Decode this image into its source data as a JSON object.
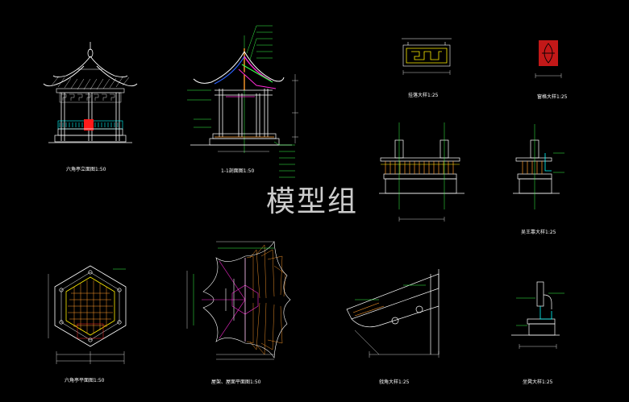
{
  "watermark": "模型组",
  "drawings": {
    "front_elevation": {
      "title": "六角亭立面图1:50"
    },
    "section_1_1": {
      "title": "1-1剖面图1:50"
    },
    "railing_detail": {
      "title": "挂落大样1:25"
    },
    "window_detail": {
      "title": "窗格大样1:25"
    },
    "seat_detail": {
      "title": "吴王靠大样1:25"
    },
    "plan": {
      "title": "六角亭平面图1:50"
    },
    "roof_plan": {
      "title": "屋架、屋面平面图1:50"
    },
    "eave_detail": {
      "title": "戗角大样1:25"
    },
    "base_detail": {
      "title": "坐凳大样1:25"
    }
  },
  "colors": {
    "background": "#000000",
    "line_white": "#ffffff",
    "line_yellow": "#ffee00",
    "line_green": "#39ff4a",
    "line_cyan": "#00ffff",
    "line_magenta": "#ff2bd6",
    "line_red": "#ff2a2a",
    "line_orange": "#ff9a2a",
    "line_blue": "#2b62ff"
  }
}
